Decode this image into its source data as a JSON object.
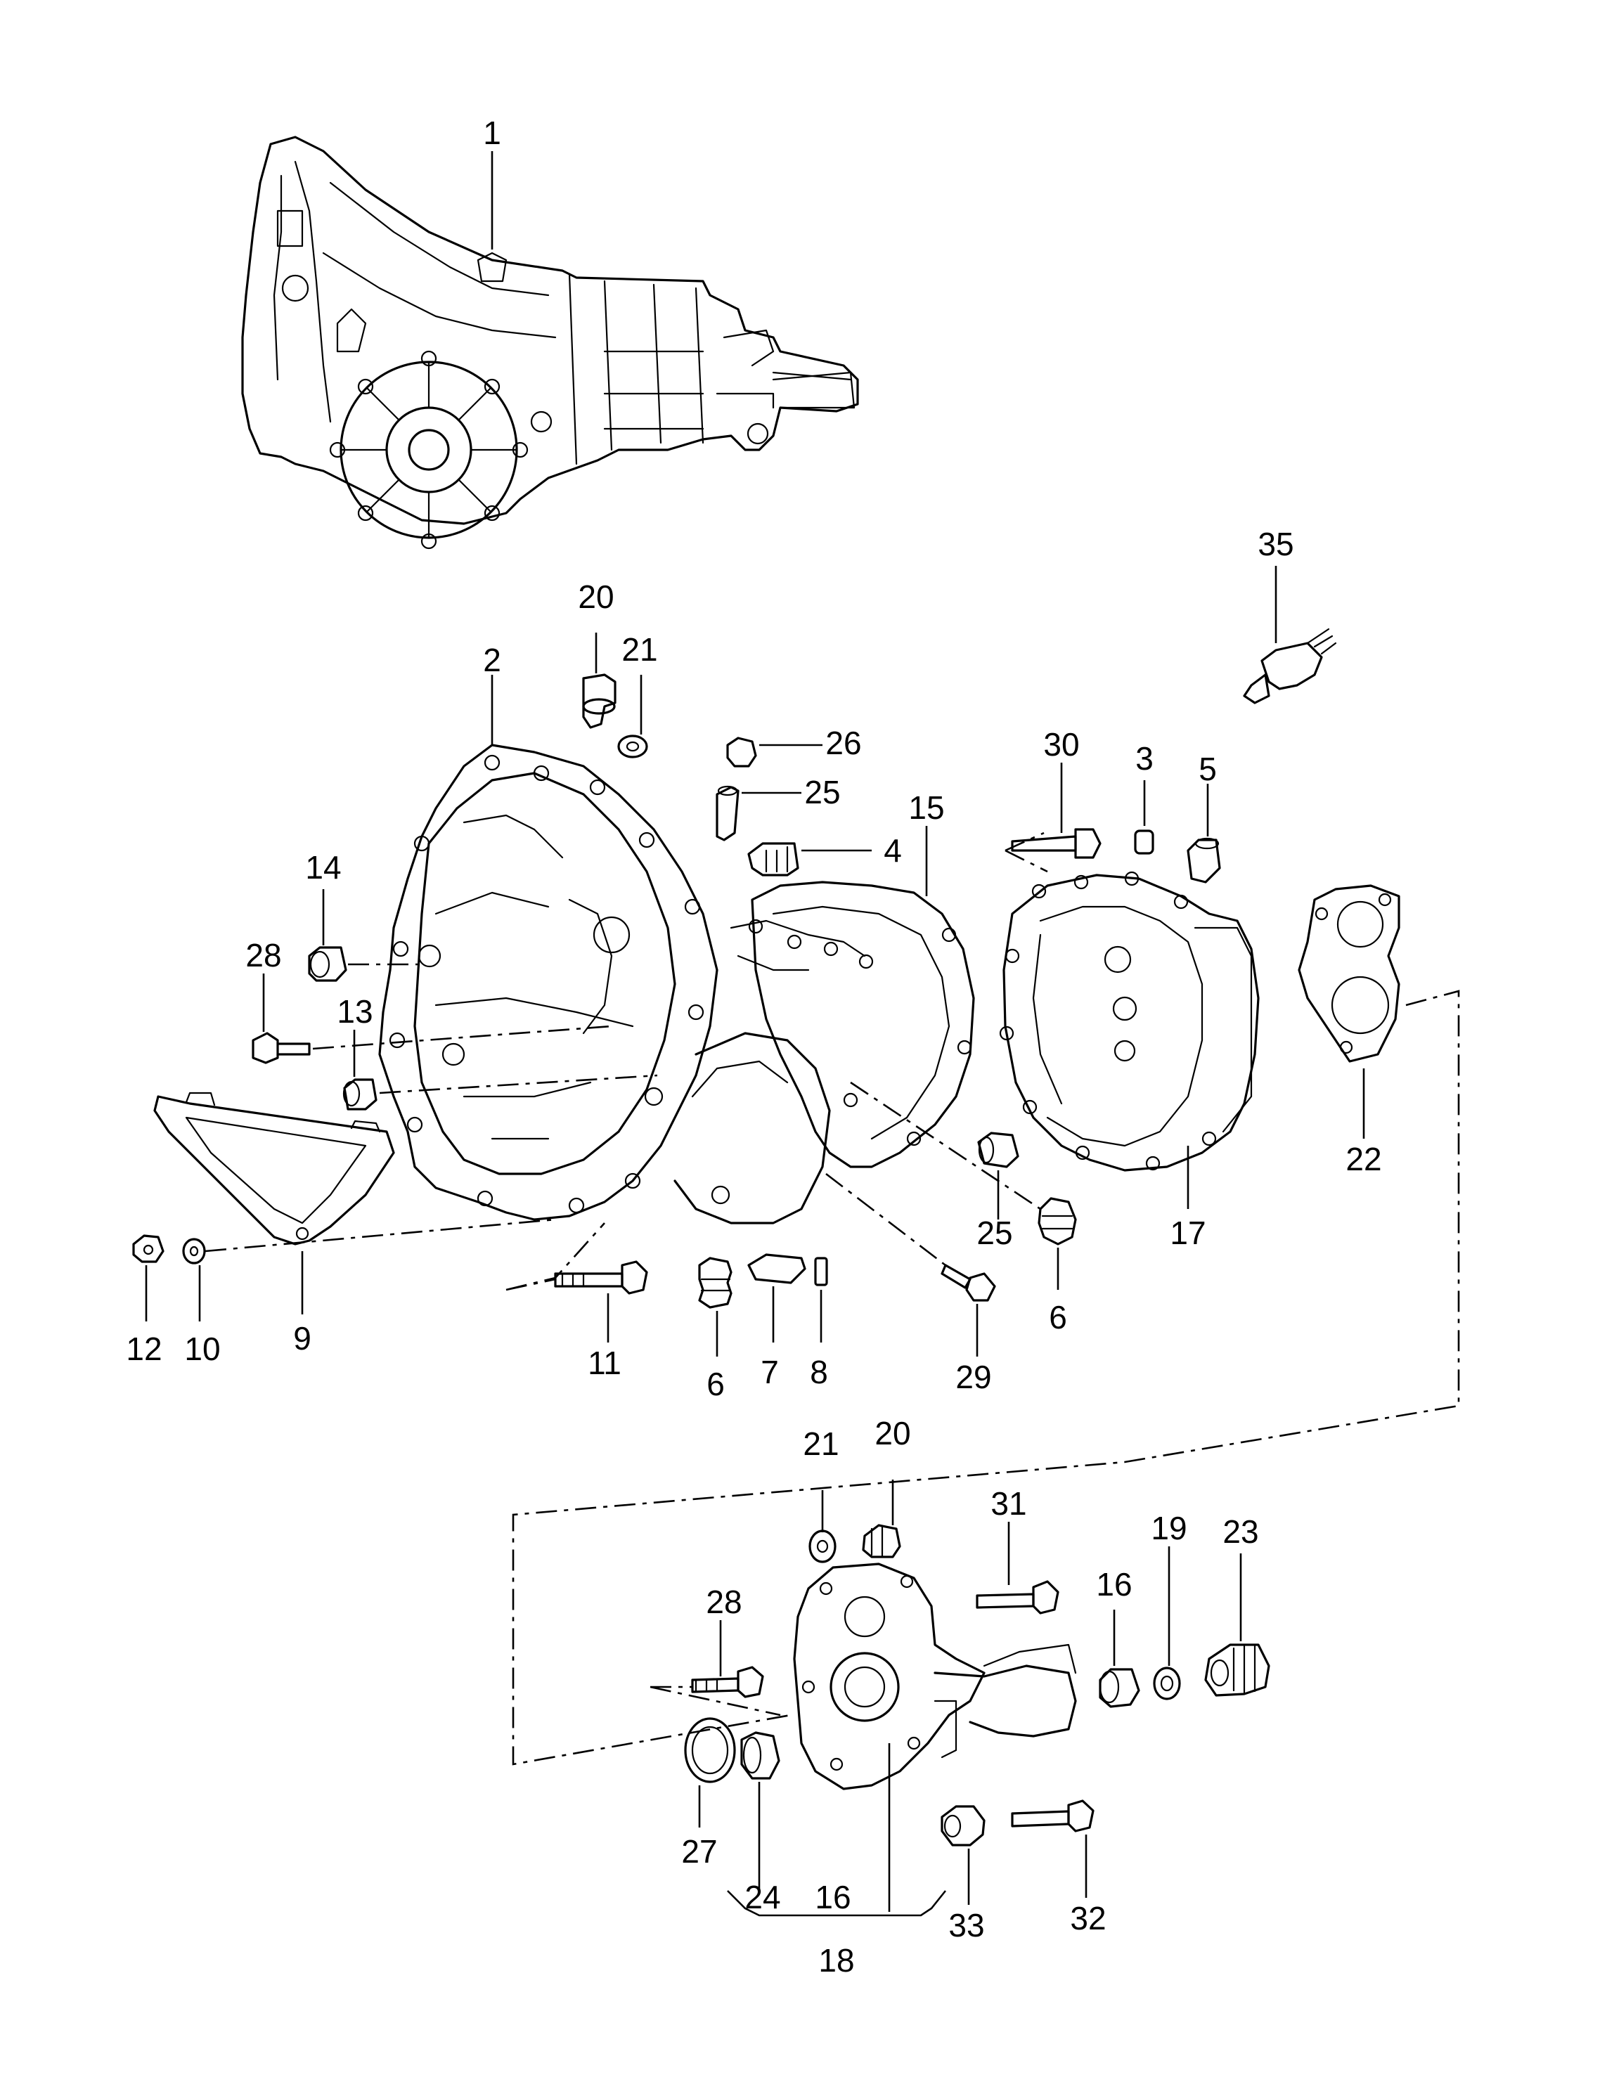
{
  "diagram": {
    "callouts": [
      {
        "key": "c1",
        "text": "1"
      },
      {
        "key": "c2",
        "text": "2"
      },
      {
        "key": "c3",
        "text": "3"
      },
      {
        "key": "c4",
        "text": "4"
      },
      {
        "key": "c5",
        "text": "5"
      },
      {
        "key": "c6a",
        "text": "6"
      },
      {
        "key": "c6b",
        "text": "6"
      },
      {
        "key": "c7",
        "text": "7"
      },
      {
        "key": "c8",
        "text": "8"
      },
      {
        "key": "c9",
        "text": "9"
      },
      {
        "key": "c10",
        "text": "10"
      },
      {
        "key": "c11",
        "text": "11"
      },
      {
        "key": "c12",
        "text": "12"
      },
      {
        "key": "c13",
        "text": "13"
      },
      {
        "key": "c14",
        "text": "14"
      },
      {
        "key": "c15",
        "text": "15"
      },
      {
        "key": "c16a",
        "text": "16"
      },
      {
        "key": "c16b",
        "text": "16"
      },
      {
        "key": "c17",
        "text": "17"
      },
      {
        "key": "c18",
        "text": "18"
      },
      {
        "key": "c19",
        "text": "19"
      },
      {
        "key": "c20a",
        "text": "20"
      },
      {
        "key": "c20b",
        "text": "20"
      },
      {
        "key": "c21a",
        "text": "21"
      },
      {
        "key": "c21b",
        "text": "21"
      },
      {
        "key": "c22",
        "text": "22"
      },
      {
        "key": "c23",
        "text": "23"
      },
      {
        "key": "c24",
        "text": "24"
      },
      {
        "key": "c25a",
        "text": "25"
      },
      {
        "key": "c25b",
        "text": "25"
      },
      {
        "key": "c26",
        "text": "26"
      },
      {
        "key": "c27",
        "text": "27"
      },
      {
        "key": "c28a",
        "text": "28"
      },
      {
        "key": "c28b",
        "text": "28"
      },
      {
        "key": "c29",
        "text": "29"
      },
      {
        "key": "c30",
        "text": "30"
      },
      {
        "key": "c31",
        "text": "31"
      },
      {
        "key": "c32",
        "text": "32"
      },
      {
        "key": "c33",
        "text": "33"
      },
      {
        "key": "c35",
        "text": "35"
      }
    ],
    "line_color": "#000000",
    "background": "#ffffff"
  }
}
